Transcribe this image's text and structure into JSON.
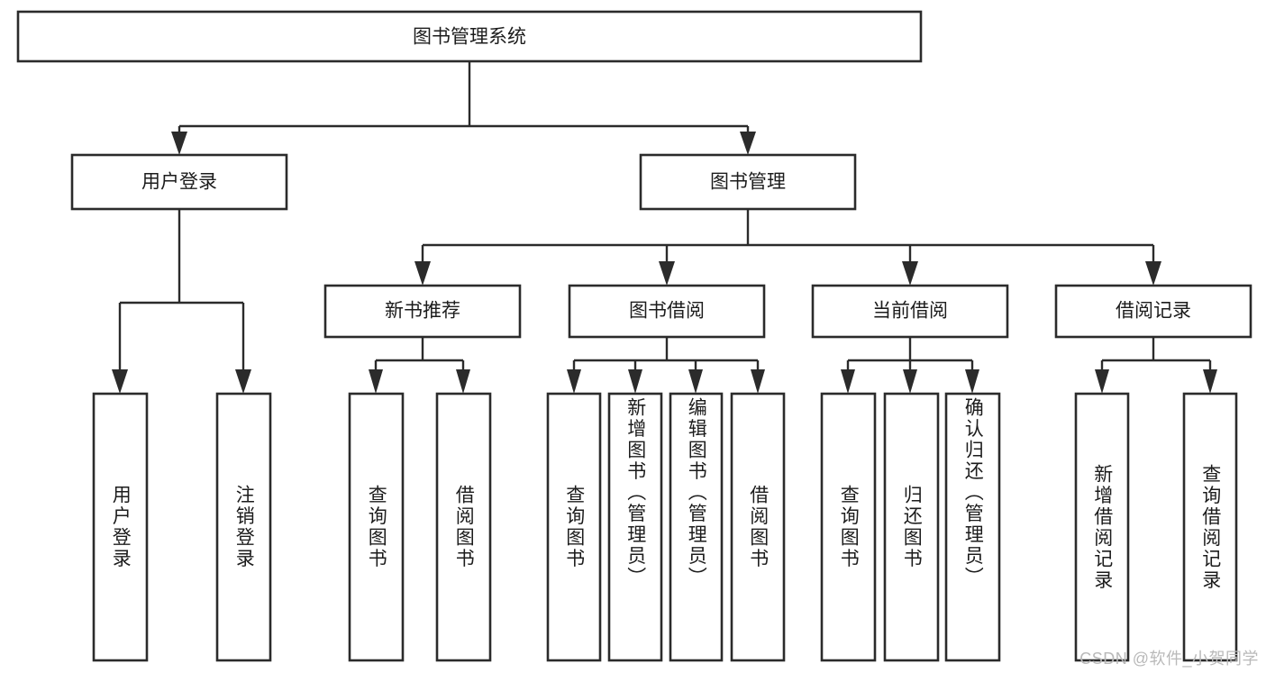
{
  "diagram": {
    "title": "图书管理系统",
    "root": {
      "label": "图书管理系统"
    },
    "level2": [
      {
        "label": "用户登录"
      },
      {
        "label": "图书管理"
      }
    ],
    "level3": [
      {
        "label": "新书推荐"
      },
      {
        "label": "图书借阅"
      },
      {
        "label": "当前借阅"
      },
      {
        "label": "借阅记录"
      }
    ],
    "leaves": {
      "user_login": [
        {
          "label": "用户登录"
        },
        {
          "label": "注销登录"
        }
      ],
      "new_book_recommend": [
        {
          "label": "查询图书"
        },
        {
          "label": "借阅图书"
        }
      ],
      "book_borrow": [
        {
          "label": "查询图书"
        },
        {
          "label": "新增图书（管理员）"
        },
        {
          "label": "编辑图书（管理员）"
        },
        {
          "label": "借阅图书"
        }
      ],
      "current_borrow": [
        {
          "label": "查询图书"
        },
        {
          "label": "归还图书"
        },
        {
          "label": "确认归还（管理员）"
        }
      ],
      "borrow_record": [
        {
          "label": "新增借阅记录"
        },
        {
          "label": "查询借阅记录"
        }
      ]
    }
  },
  "watermark": {
    "text": "CSDN @软件_小贺同学"
  },
  "colors": {
    "stroke": "#2b2b2b",
    "box_fill": "#ffffff",
    "text": "#1c1c1c",
    "watermark": "#b9b9b9",
    "background": "#ffffff"
  }
}
